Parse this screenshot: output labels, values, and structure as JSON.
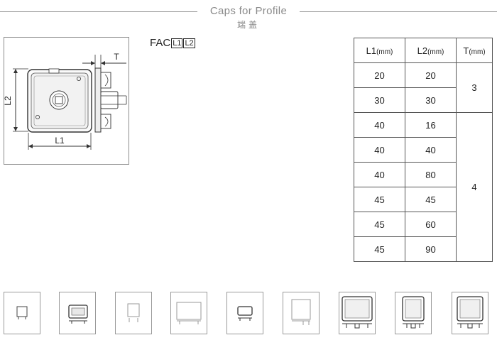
{
  "header": {
    "title": "Caps for Profile",
    "subtitle": "端盖"
  },
  "diagram": {
    "label_l1": "L1",
    "label_l2": "L2",
    "label_t": "T"
  },
  "part_code": {
    "prefix": "FAC",
    "box1": "L1",
    "box2": "L2"
  },
  "spec_table": {
    "headers": [
      {
        "name": "L1",
        "unit": "(mm)"
      },
      {
        "name": "L2",
        "unit": "(mm)"
      },
      {
        "name": "T",
        "unit": "(mm)"
      }
    ],
    "rows": [
      {
        "l1": "20",
        "l2": "20"
      },
      {
        "l1": "30",
        "l2": "30"
      },
      {
        "l1": "40",
        "l2": "16"
      },
      {
        "l1": "40",
        "l2": "40"
      },
      {
        "l1": "40",
        "l2": "80"
      },
      {
        "l1": "45",
        "l2": "45"
      },
      {
        "l1": "45",
        "l2": "60"
      },
      {
        "l1": "45",
        "l2": "90"
      }
    ],
    "t_groups": [
      "3",
      "4"
    ]
  },
  "thumbnails": [
    {
      "shape": "small-square"
    },
    {
      "shape": "wide-cap"
    },
    {
      "shape": "square-outline"
    },
    {
      "shape": "wide-outline"
    },
    {
      "shape": "small-wide"
    },
    {
      "shape": "square-outline-large"
    },
    {
      "shape": "wide-large"
    },
    {
      "shape": "square-large"
    },
    {
      "shape": "square-large-alt"
    }
  ]
}
